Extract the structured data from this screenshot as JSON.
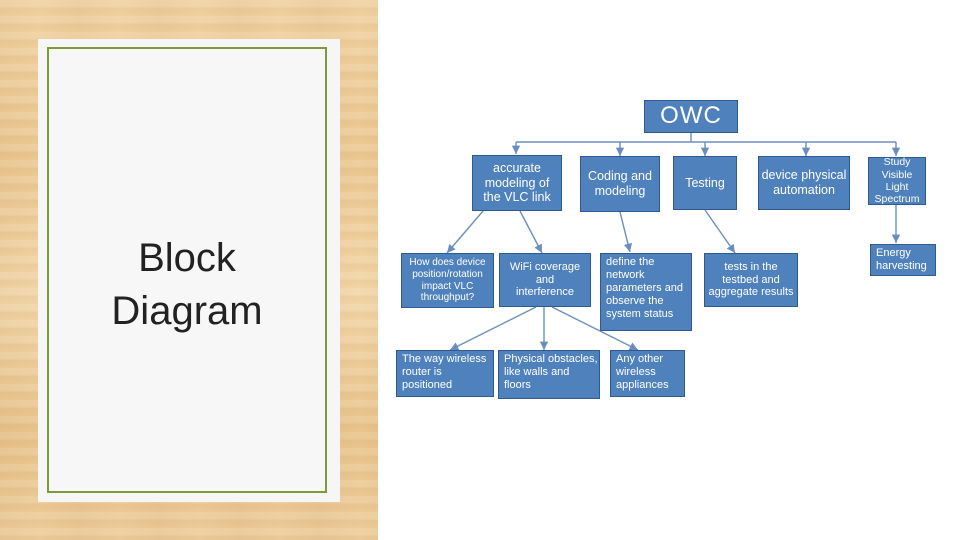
{
  "slide": {
    "title": "Block\nDiagram"
  },
  "diagram": {
    "root": "OWC",
    "level1": [
      "accurate\nmodeling of\nthe VLC link",
      "Coding and\nmodeling",
      "Testing",
      "device physical\nautomation",
      "Study\nVisible Light\nSpectrum"
    ],
    "level2": [
      "How does device\nposition/rotation\nimpact VLC\nthroughput?",
      "WiFi coverage\nand\ninterference",
      "define the\nnetwork\nparameters and\nobserve the\nsystem status",
      "tests in the\ntestbed and\naggregate results",
      "Energy\nharvesting"
    ],
    "level3": [
      "The way wireless\nrouter is\npositioned",
      "Physical obstacles,\nlike walls and\nfloors",
      "Any other\nwireless\nappliances"
    ]
  },
  "colors": {
    "node_fill": "#4f81bd",
    "node_border": "#2f5a90",
    "connector": "#6a8fbf",
    "card_border": "#7d9a3a"
  }
}
